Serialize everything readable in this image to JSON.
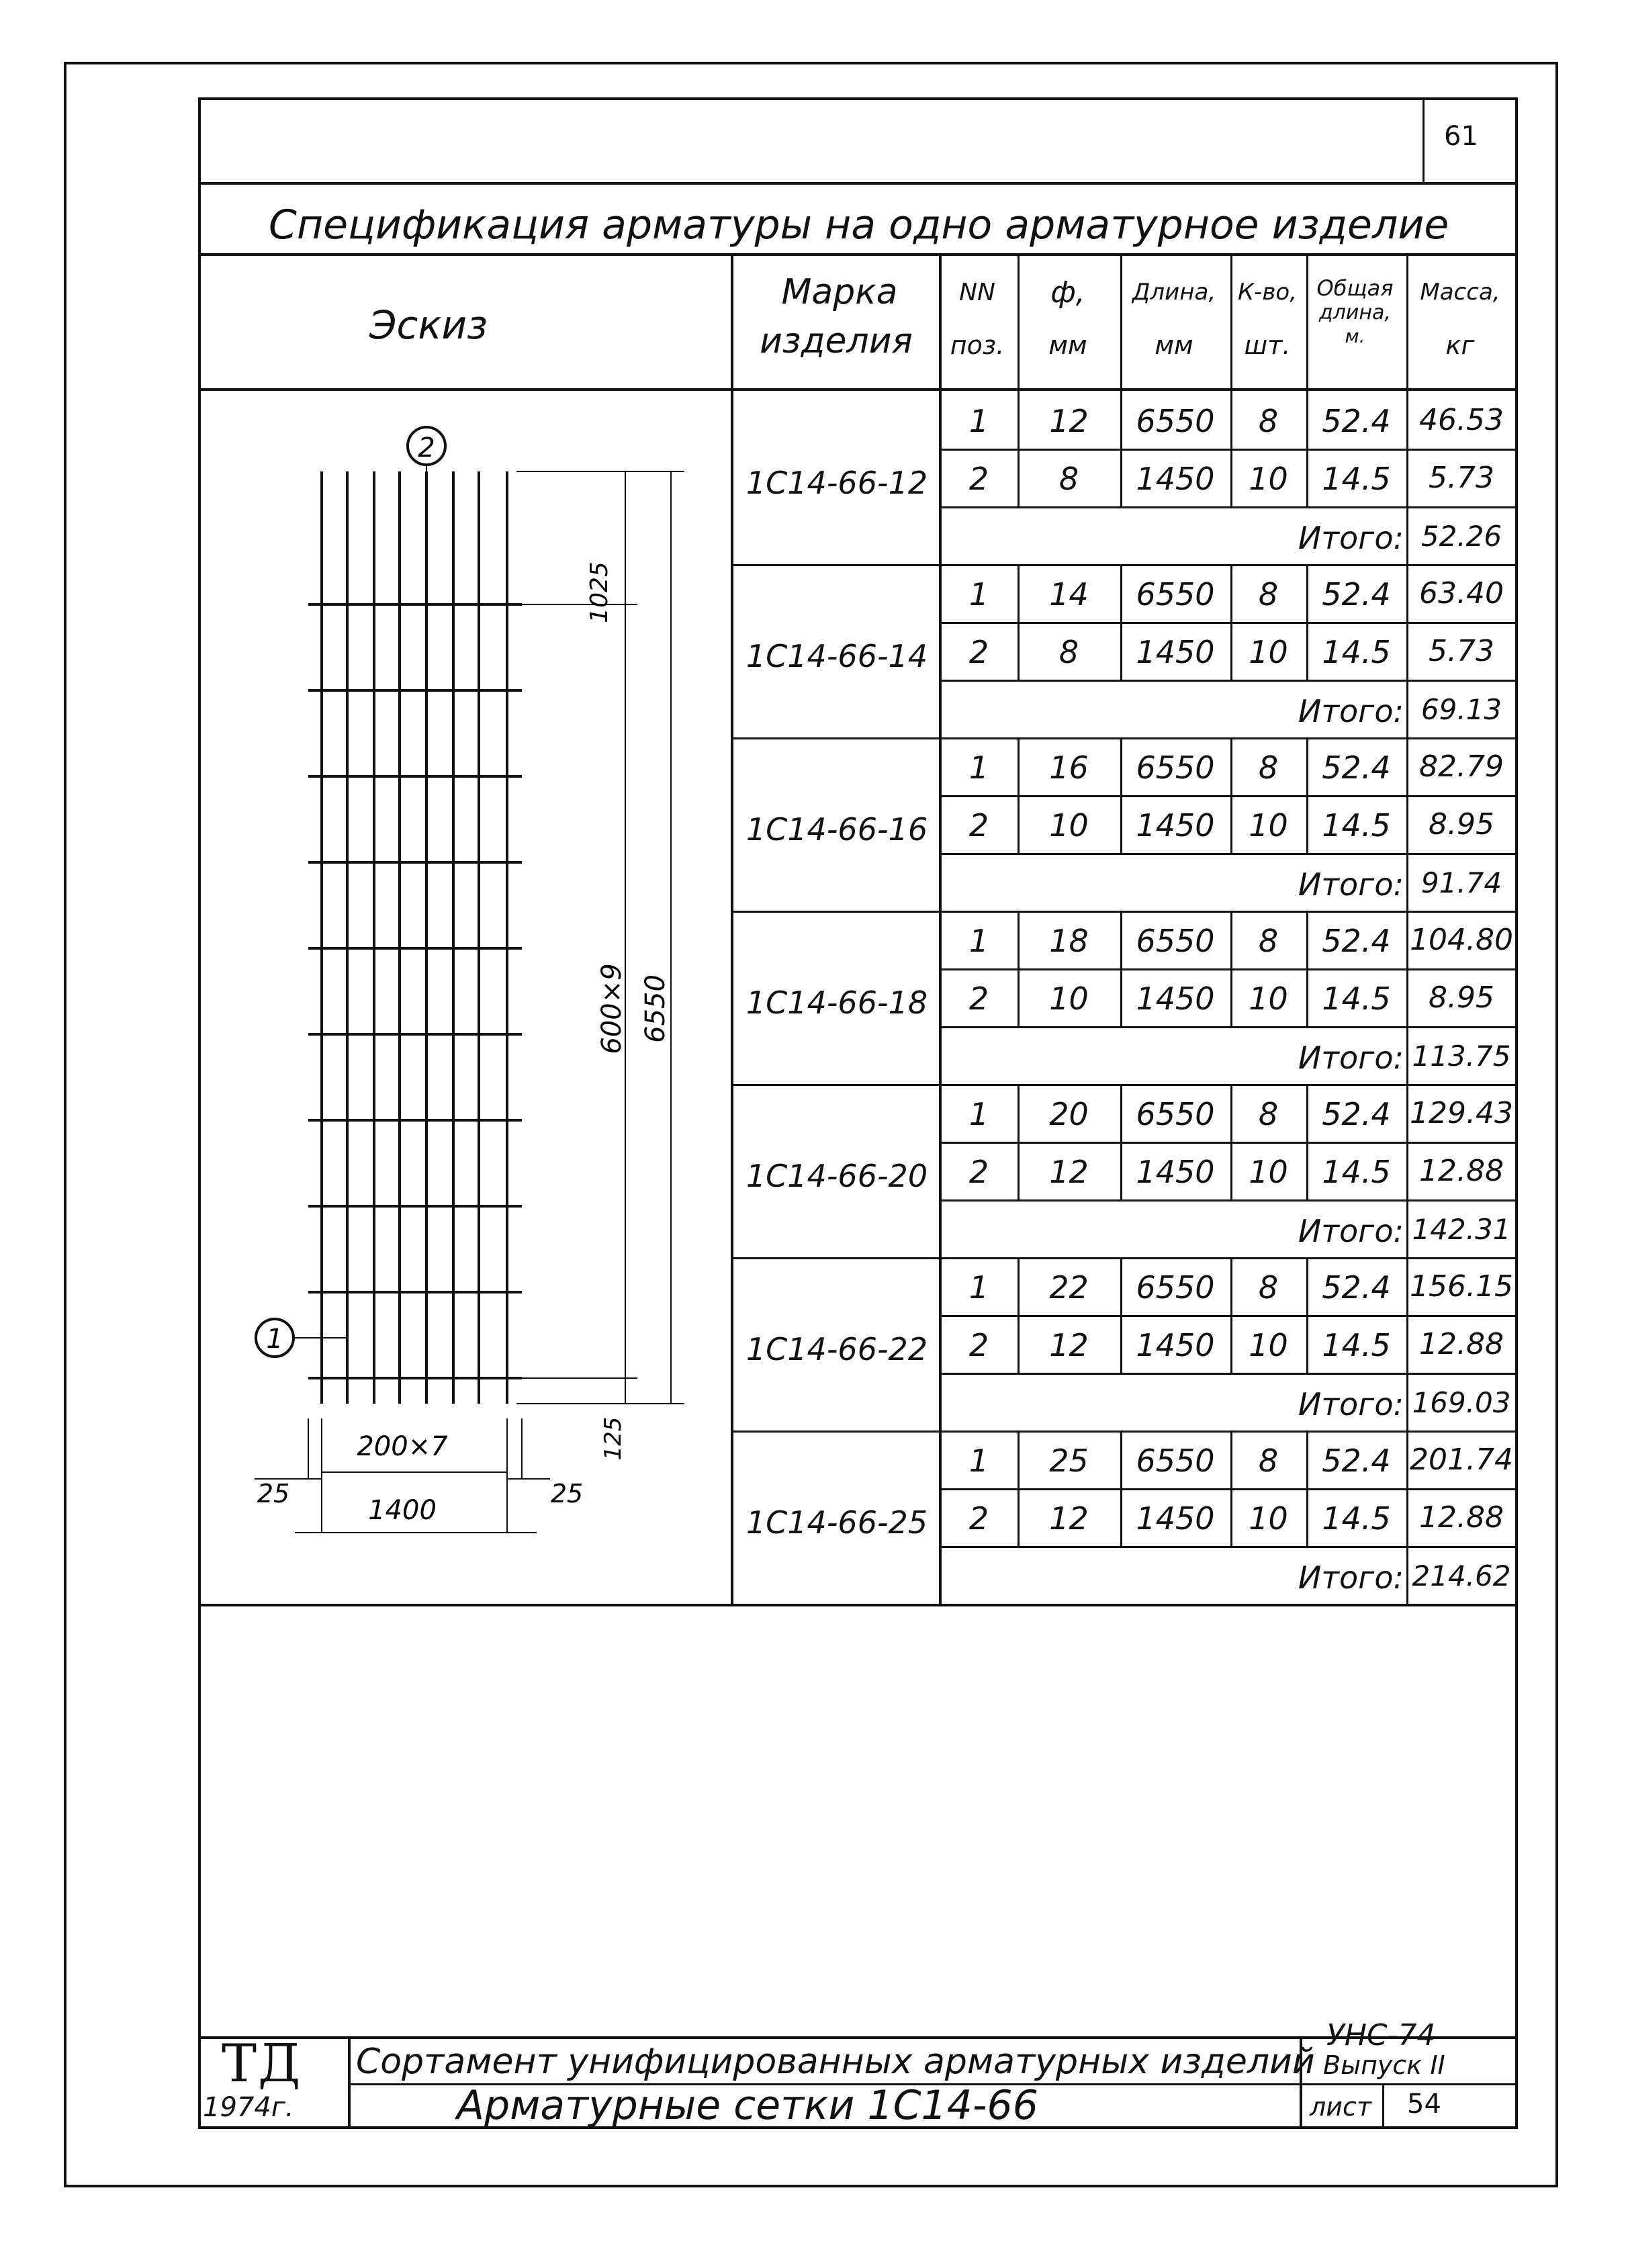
{
  "sheet_number_top": "61",
  "title": "Спецификация арматуры на одно арматурное изделие",
  "headers": {
    "sketch": "Эскиз",
    "mark": [
      "Марка",
      "изделия"
    ],
    "pos": [
      "NN",
      "поз."
    ],
    "diam": [
      "ф,",
      "мм"
    ],
    "length": [
      "Длина,",
      "мм"
    ],
    "qty": [
      "К-во,",
      "шт."
    ],
    "total_length": [
      "Общая",
      "длина,",
      "м."
    ],
    "mass": [
      "Масса,",
      "кг"
    ]
  },
  "total_label": "Итого:",
  "products": [
    {
      "mark": "1С14-66-12",
      "rows": [
        [
          "1",
          "12",
          "6550",
          "8",
          "52.4",
          "46.53"
        ],
        [
          "2",
          "8",
          "1450",
          "10",
          "14.5",
          "5.73"
        ]
      ],
      "total": "52.26"
    },
    {
      "mark": "1С14-66-14",
      "rows": [
        [
          "1",
          "14",
          "6550",
          "8",
          "52.4",
          "63.40"
        ],
        [
          "2",
          "8",
          "1450",
          "10",
          "14.5",
          "5.73"
        ]
      ],
      "total": "69.13"
    },
    {
      "mark": "1С14-66-16",
      "rows": [
        [
          "1",
          "16",
          "6550",
          "8",
          "52.4",
          "82.79"
        ],
        [
          "2",
          "10",
          "1450",
          "10",
          "14.5",
          "8.95"
        ]
      ],
      "total": "91.74"
    },
    {
      "mark": "1С14-66-18",
      "rows": [
        [
          "1",
          "18",
          "6550",
          "8",
          "52.4",
          "104.80"
        ],
        [
          "2",
          "10",
          "1450",
          "10",
          "14.5",
          "8.95"
        ]
      ],
      "total": "113.75"
    },
    {
      "mark": "1С14-66-20",
      "rows": [
        [
          "1",
          "20",
          "6550",
          "8",
          "52.4",
          "129.43"
        ],
        [
          "2",
          "12",
          "1450",
          "10",
          "14.5",
          "12.88"
        ]
      ],
      "total": "142.31"
    },
    {
      "mark": "1С14-66-22",
      "rows": [
        [
          "1",
          "22",
          "6550",
          "8",
          "52.4",
          "156.15"
        ],
        [
          "2",
          "12",
          "1450",
          "10",
          "14.5",
          "12.88"
        ]
      ],
      "total": "169.03"
    },
    {
      "mark": "1С14-66-25",
      "rows": [
        [
          "1",
          "25",
          "6550",
          "8",
          "52.4",
          "201.74"
        ],
        [
          "2",
          "12",
          "1450",
          "10",
          "14.5",
          "12.88"
        ]
      ],
      "total": "214.62"
    }
  ],
  "sketch": {
    "pos_top": "2",
    "pos_left": "1",
    "dim_top": "1025",
    "dim_span": "600×9",
    "dim_total": "6550",
    "dim_bottom": "125",
    "dim_spacing": "200×7",
    "dim_width": "1400",
    "dim_edge_left": "25",
    "dim_edge_right": "25"
  },
  "stamp": {
    "logo": "ТД",
    "year": "1974г.",
    "series_title": "Сортамент унифицированных арматурных изделий",
    "series_code": "УНС-74",
    "issue": "Выпуск II",
    "sheet_title": "Арматурные сетки 1С14-66",
    "sheet_label": "лист",
    "sheet_number": "54"
  }
}
